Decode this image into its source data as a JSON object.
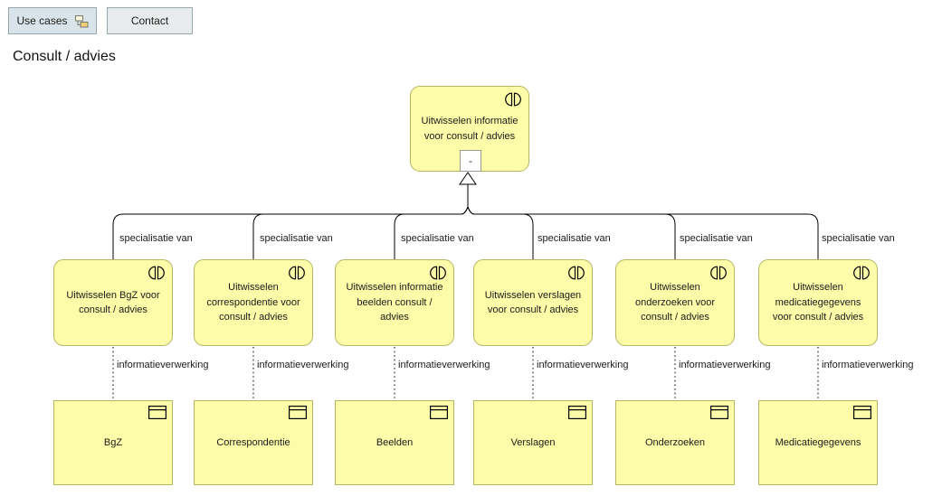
{
  "toolbar": {
    "use_cases_label": "Use cases",
    "contact_label": "Contact"
  },
  "page": {
    "title": "Consult / advies"
  },
  "diagram": {
    "colors": {
      "node_fill": "#FCFCA9",
      "node_border": "#B6B661",
      "edge": "#000000",
      "active_button_bg": "#D8E4E9"
    },
    "parent_service": {
      "label": "Uitwisselen informatie voor consult / advies",
      "collapse_marker": "-"
    },
    "edge_labels": {
      "generalization": "specialisatie van",
      "realization": "informatieverwerking"
    },
    "services": [
      {
        "label": "Uitwisselen BgZ voor consult / advies"
      },
      {
        "label": "Uitwisselen correspondentie voor consult / advies"
      },
      {
        "label": "Uitwisselen informatie beelden consult / advies"
      },
      {
        "label": "Uitwisselen verslagen voor consult / advies"
      },
      {
        "label": "Uitwisselen onderzoeken voor consult / advies"
      },
      {
        "label": "Uitwisselen medicatiegegevens voor consult / advies"
      }
    ],
    "objects": [
      {
        "label": "BgZ"
      },
      {
        "label": "Correspondentie"
      },
      {
        "label": "Beelden"
      },
      {
        "label": "Verslagen"
      },
      {
        "label": "Onderzoeken"
      },
      {
        "label": "Medicatiegegevens"
      }
    ]
  }
}
